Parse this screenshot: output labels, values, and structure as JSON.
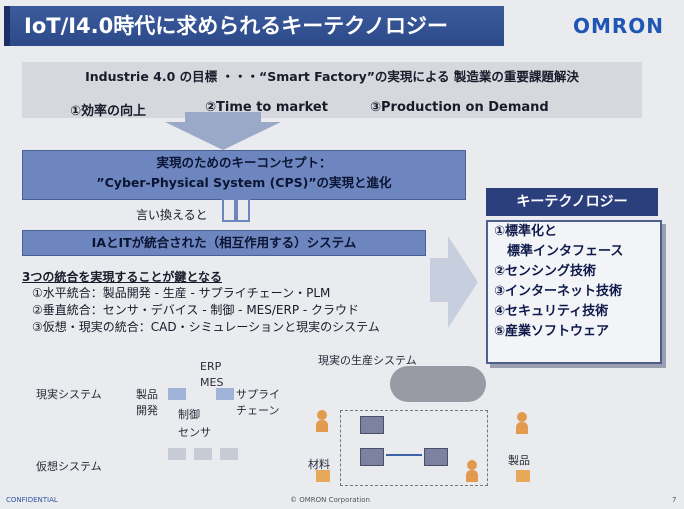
{
  "slide": {
    "title": "IoT/I4.0時代に求められるキーテクノロジー",
    "logo": "OMRON",
    "goal_line": "Industrie 4.0 の目標 ・・・“Smart Factory”の実現による 製造業の重要課題解決",
    "goals": [
      "①効率の向上",
      "②Time to market",
      "③Production on Demand"
    ],
    "cps_line1": "実現のためのキーコンセプト：",
    "cps_line2": "”Cyber-Physical System (CPS)”の実現と進化",
    "rephrase": "言い換えると",
    "ia_it": "IAとITが統合された（相互作用する）システム",
    "integration_heading": "3つの統合を実現することが鍵となる",
    "integrations": [
      "①水平統合：製品開発 - 生産 - サプライチェーン・PLM",
      "②垂直統合：センサ・デバイス - 制御 - MES/ERP - クラウド",
      "③仮想・現実の統合：CAD・シミュレーションと現実のシステム"
    ],
    "key_tech_header": "キーテクノロジー",
    "key_tech": [
      "①標準化と",
      "　標準インタフェース",
      "②センシング技術",
      "③インターネット技術",
      "④セキュリティ技術",
      "⑤産業ソフトウェア"
    ],
    "diagram": {
      "real_system": "現実システム",
      "virtual_system": "仮想システム",
      "erp": "ERP",
      "mes": "MES",
      "product_dev_1": "製品",
      "product_dev_2": "開発",
      "control": "制御",
      "sensor": "センサ",
      "supply_1": "サプライ",
      "supply_2": "チェーン",
      "real_production": "現実の生産システム",
      "material": "材料",
      "product": "製品"
    },
    "footer_left": "CONFIDENTIAL",
    "footer_center": "© OMRON Corporation",
    "page_number": "7"
  },
  "colors": {
    "accent": "#2b3f7d",
    "box_blue": "#6e86bf",
    "logo_blue": "#1f55b4"
  }
}
